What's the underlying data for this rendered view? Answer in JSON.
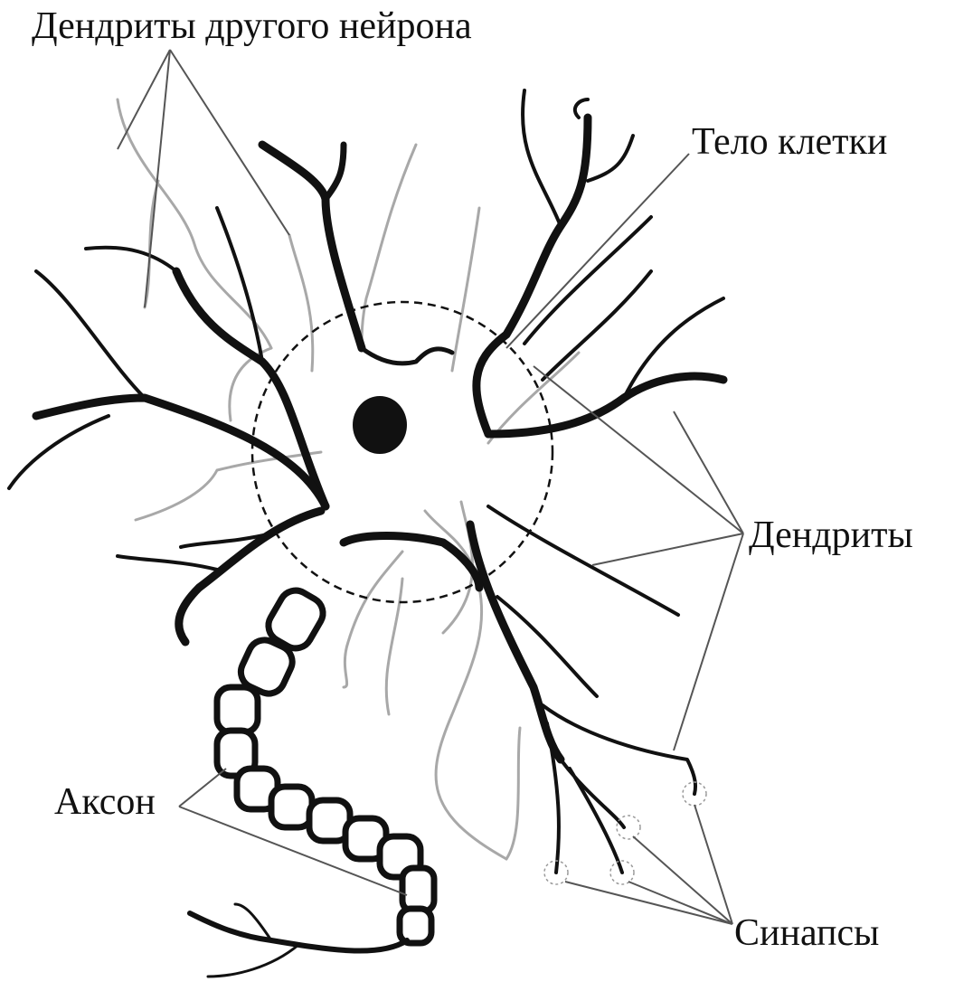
{
  "labels": {
    "other_dendrites": "Дендриты другого нейрона",
    "cell_body": "Тело клетки",
    "dendrites": "Дендриты",
    "axon": "Аксон",
    "synapses": "Синапсы"
  },
  "colors": {
    "neuron": "#111111",
    "other_neuron": "#a8a8a8",
    "leader_lines": "#555555"
  }
}
